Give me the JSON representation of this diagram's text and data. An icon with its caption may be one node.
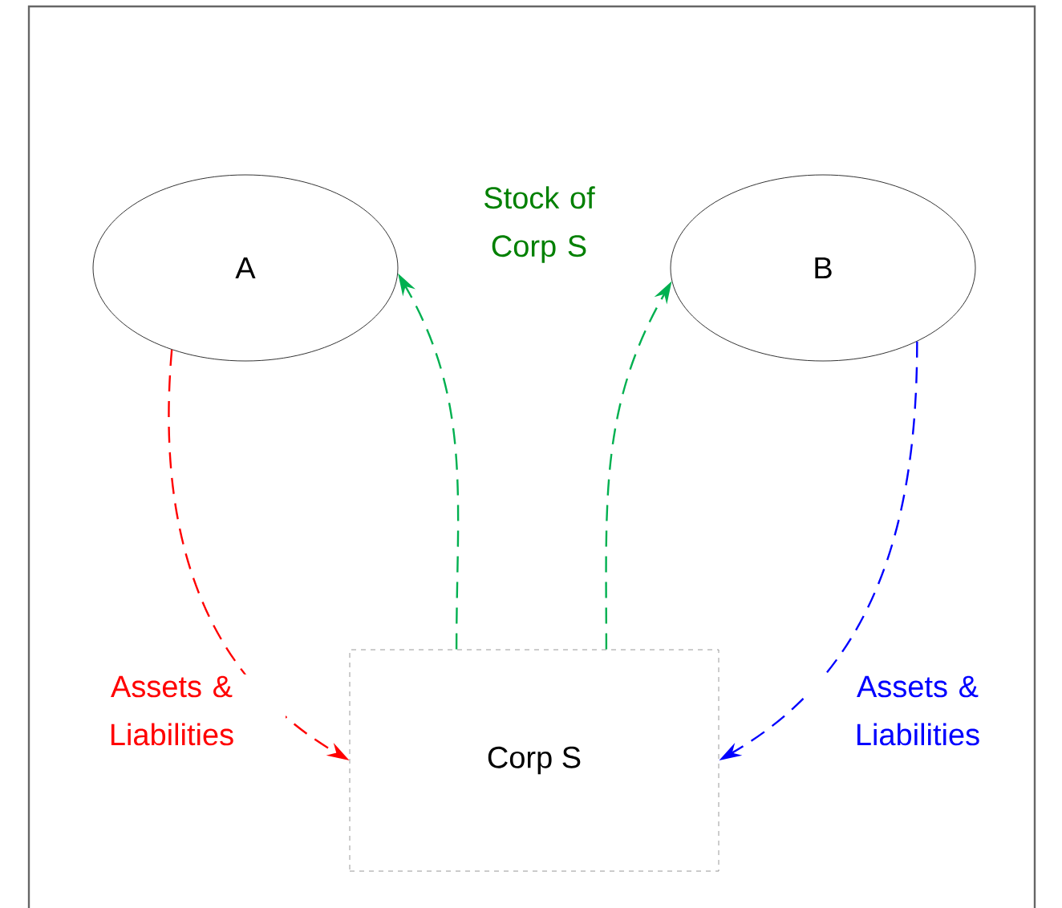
{
  "diagram": {
    "nodes": [
      {
        "text": [
          "A"
        ]
      },
      {
        "text": [
          "B"
        ]
      },
      {
        "text": [
          "Corp S"
        ]
      }
    ],
    "edges": [
      {
        "from": 0,
        "to": 2,
        "arrow": "to",
        "style": "dashed",
        "color": "#ff0000",
        "label": "Assets & Liabilities"
      },
      {
        "from": 2,
        "to": 0,
        "arrow": "to",
        "style": "dashed",
        "color": "#00b050"
      },
      {
        "from": 2,
        "to": 1,
        "arrow": "to",
        "style": "dashed",
        "color": "#00b050"
      },
      {
        "from": 1,
        "to": 2,
        "arrow": "to",
        "style": "dashed",
        "color": "#0000ff",
        "label": "Assets & Liabilities"
      }
    ],
    "labels": [
      "Stock of Corp S"
    ]
  }
}
